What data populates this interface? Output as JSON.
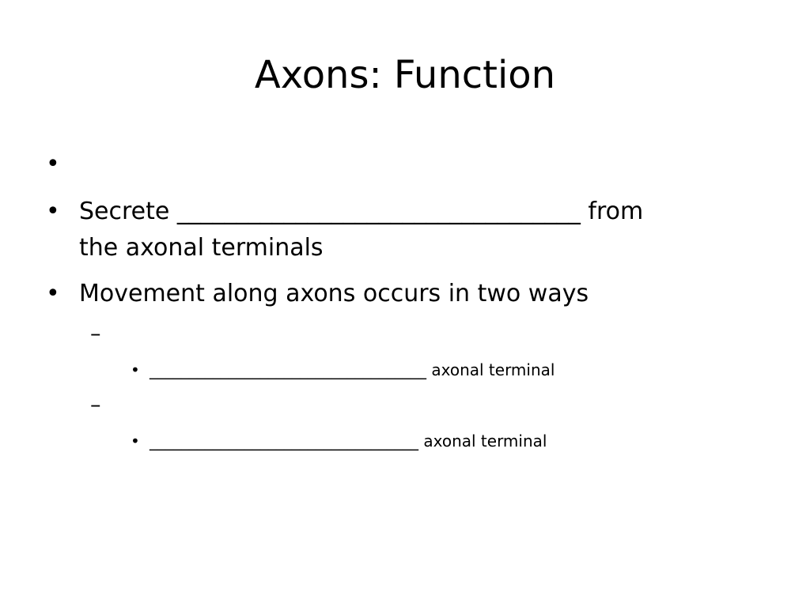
{
  "slide": {
    "title": "Axons: Function",
    "bullet_symbol": "•",
    "dash_symbol": "–",
    "bullets": [
      {
        "text": ""
      },
      {
        "line1": "Secrete __________________________________ from",
        "line2": "the axonal terminals"
      },
      {
        "text": "Movement along axons occurs in two ways"
      }
    ],
    "sub_items": [
      {
        "dash_text": "",
        "sub_bullet": "___________________________________ axonal terminal"
      },
      {
        "dash_text": "",
        "sub_bullet": "__________________________________ axonal terminal"
      }
    ]
  }
}
